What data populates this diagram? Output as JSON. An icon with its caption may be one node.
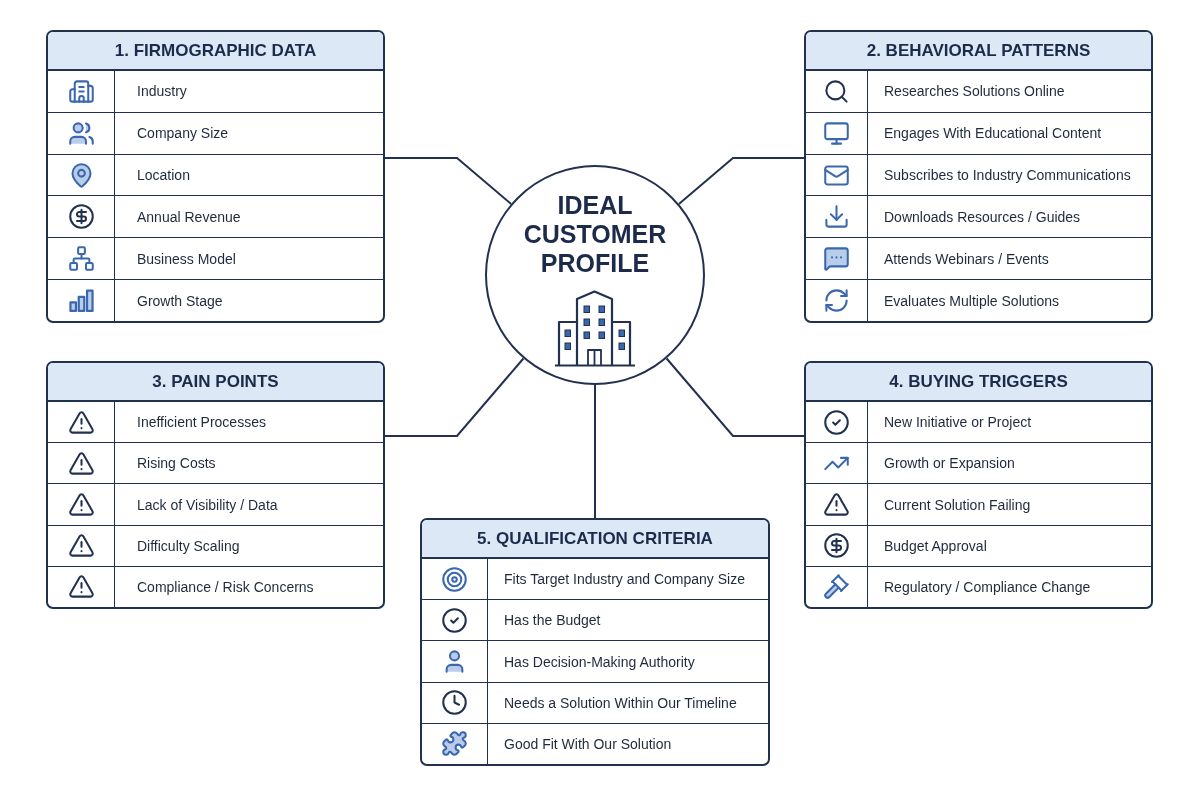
{
  "diagram": {
    "nodes": [
      {
        "text": [
          "IDEAL CUSTOMER PROFILE"
        ]
      },
      {
        "text": [
          "1. FIRMOGRAPHIC DATA",
          "Industry",
          "Company Size",
          "Location",
          "Annual Revenue",
          "Business Model",
          "Growth Stage"
        ]
      },
      {
        "text": [
          "2. BEHAVIORAL PATTERNS",
          "Researches Solutions Online",
          "Engages With Educational Content",
          "Subscribes to Industry Communications",
          "Downloads Resources / Guides",
          "Attends Webinars / Events",
          "Evaluates Multiple Solutions"
        ]
      },
      {
        "text": [
          "3. PAIN POINTS",
          "Inefficient Processes",
          "Rising Costs",
          "Lack of Visibility / Data",
          "Difficulty Scaling",
          "Compliance / Risk Concerns"
        ]
      },
      {
        "text": [
          "4. BUYING TRIGGERS",
          "New Initiative or Project",
          "Growth or Expansion",
          "Current Solution Failing",
          "Budget Approval",
          "Regulatory / Compliance Change"
        ]
      },
      {
        "text": [
          "5. QUALIFICATION CRITERIA",
          "Fits Target Industry and Company Size",
          "Has the Budget",
          "Has Decision-Making Authority",
          "Needs a Solution Within Our Timeline",
          "Good Fit With Our Solution"
        ]
      }
    ],
    "edges": [
      {
        "from": 0,
        "to": 1,
        "arrow": "none"
      },
      {
        "from": 0,
        "to": 2,
        "arrow": "none"
      },
      {
        "from": 0,
        "to": 3,
        "arrow": "none"
      },
      {
        "from": 0,
        "to": 4,
        "arrow": "none"
      },
      {
        "from": 0,
        "to": 5,
        "arrow": "none"
      }
    ]
  }
}
